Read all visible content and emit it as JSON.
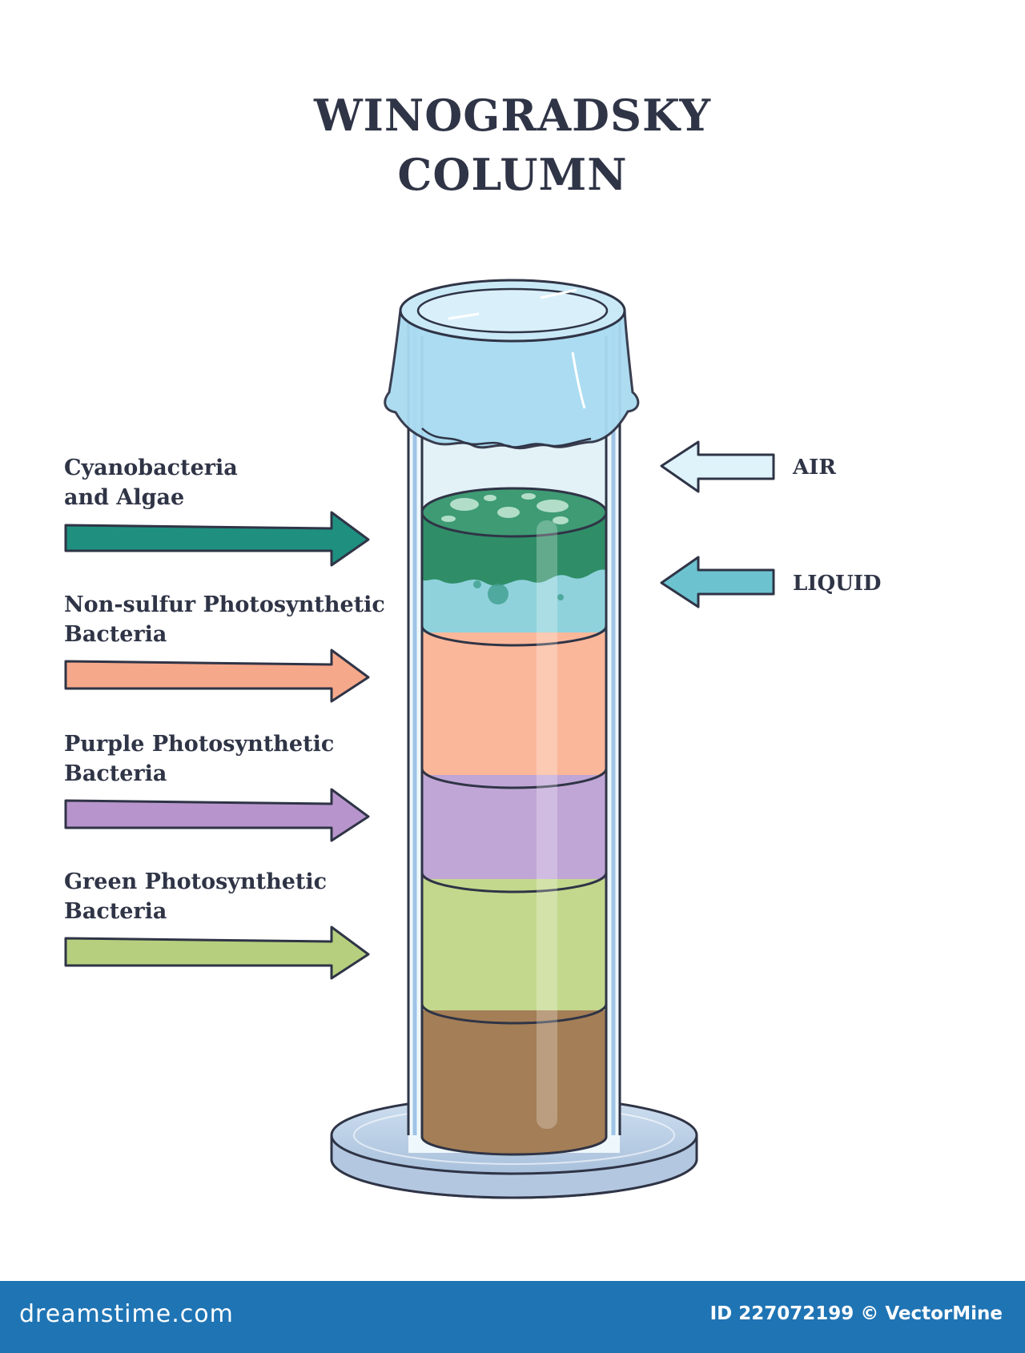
{
  "title_line1": "WINOGRADSKY",
  "title_line2": "COLUMN",
  "left_labels": [
    {
      "line1": "Cyanobacteria",
      "line2": "and Algae",
      "arrow_color": "#1f9080"
    },
    {
      "line1": "Non-sulfur Photosynthetic",
      "line2": "Bacteria",
      "arrow_color": "#f6a88a"
    },
    {
      "line1": "Purple Photosynthetic",
      "line2": "Bacteria",
      "arrow_color": "#b795cc"
    },
    {
      "line1": "Green Photosynthetic",
      "line2": "Bacteria",
      "arrow_color": "#b6cf7e"
    }
  ],
  "right_labels": [
    {
      "text": "AIR",
      "arrow_color": "#dff3fb"
    },
    {
      "text": "LIQUID",
      "arrow_color": "#6cc3cf"
    }
  ],
  "layers": [
    {
      "name": "air",
      "color": "#e3f2f7"
    },
    {
      "name": "liquid",
      "color": "#8fd2dc"
    },
    {
      "name": "cyanobacteria",
      "color": "#2f8e67"
    },
    {
      "name": "non-sulfur",
      "color": "#fbb79a"
    },
    {
      "name": "purple",
      "color": "#c0a6d6"
    },
    {
      "name": "green",
      "color": "#c3d88c"
    },
    {
      "name": "sediment",
      "color": "#a47e56"
    }
  ],
  "footer": {
    "site": "dreamstime.com",
    "id_text": "ID 227072199 © VectorMine"
  }
}
